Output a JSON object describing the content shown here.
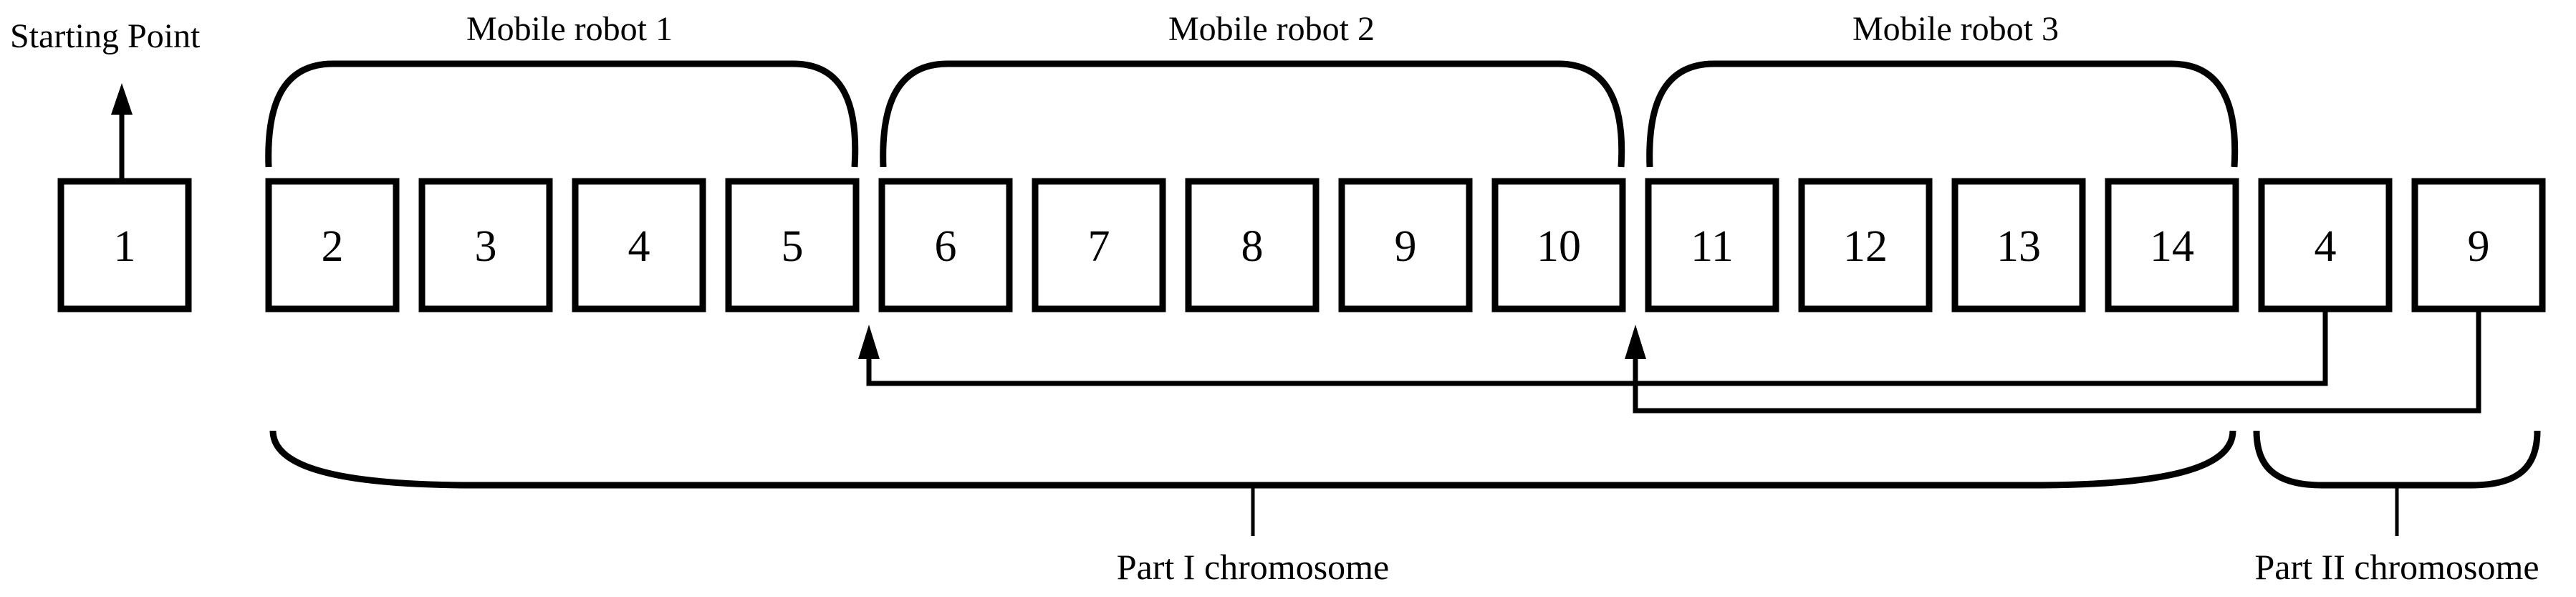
{
  "figure": {
    "colors": {
      "ink": "#000000",
      "paper": "#ffffff"
    },
    "starting_point": {
      "label": "Starting Point"
    },
    "groups": [
      {
        "label": "Mobile robot 1",
        "tasks": [
          "2",
          "3",
          "4",
          "5"
        ]
      },
      {
        "label": "Mobile robot 2",
        "tasks": [
          "6",
          "7",
          "8",
          "9",
          "10"
        ]
      },
      {
        "label": "Mobile robot 3",
        "tasks": [
          "11",
          "12",
          "13",
          "14"
        ]
      }
    ],
    "cells": [
      "1",
      "2",
      "3",
      "4",
      "5",
      "6",
      "7",
      "8",
      "9",
      "10",
      "11",
      "12",
      "13",
      "14",
      "4",
      "9"
    ],
    "part1": {
      "label": "Part I chromosome"
    },
    "part2": {
      "label": "Part II chromosome"
    }
  }
}
